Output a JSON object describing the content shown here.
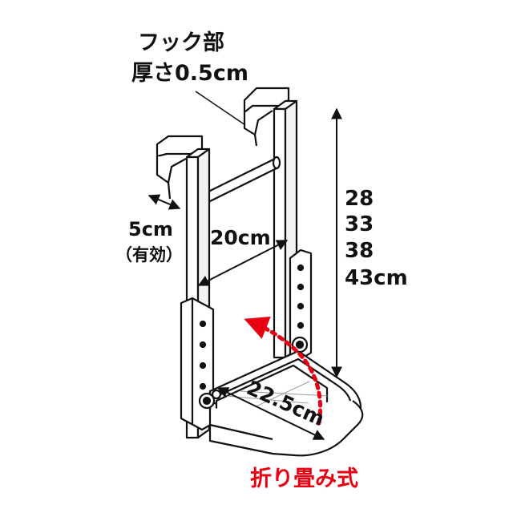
{
  "hook_label": {
    "line1": "フック部",
    "line2": "厚さ0.5cm"
  },
  "dimensions": {
    "hook_width": "5cm",
    "hook_width_note": "（有効）",
    "inner_width": "20cm",
    "step_depth": "22.5cm",
    "heights": [
      "28",
      "33",
      "38",
      "43cm"
    ]
  },
  "fold_label": "折り畳み式",
  "colors": {
    "line": "#111111",
    "fold_arrow": "#e60012",
    "fold_text": "#e60012"
  },
  "icons": {
    "fold_arrow": "dotted-curved-arrow"
  }
}
